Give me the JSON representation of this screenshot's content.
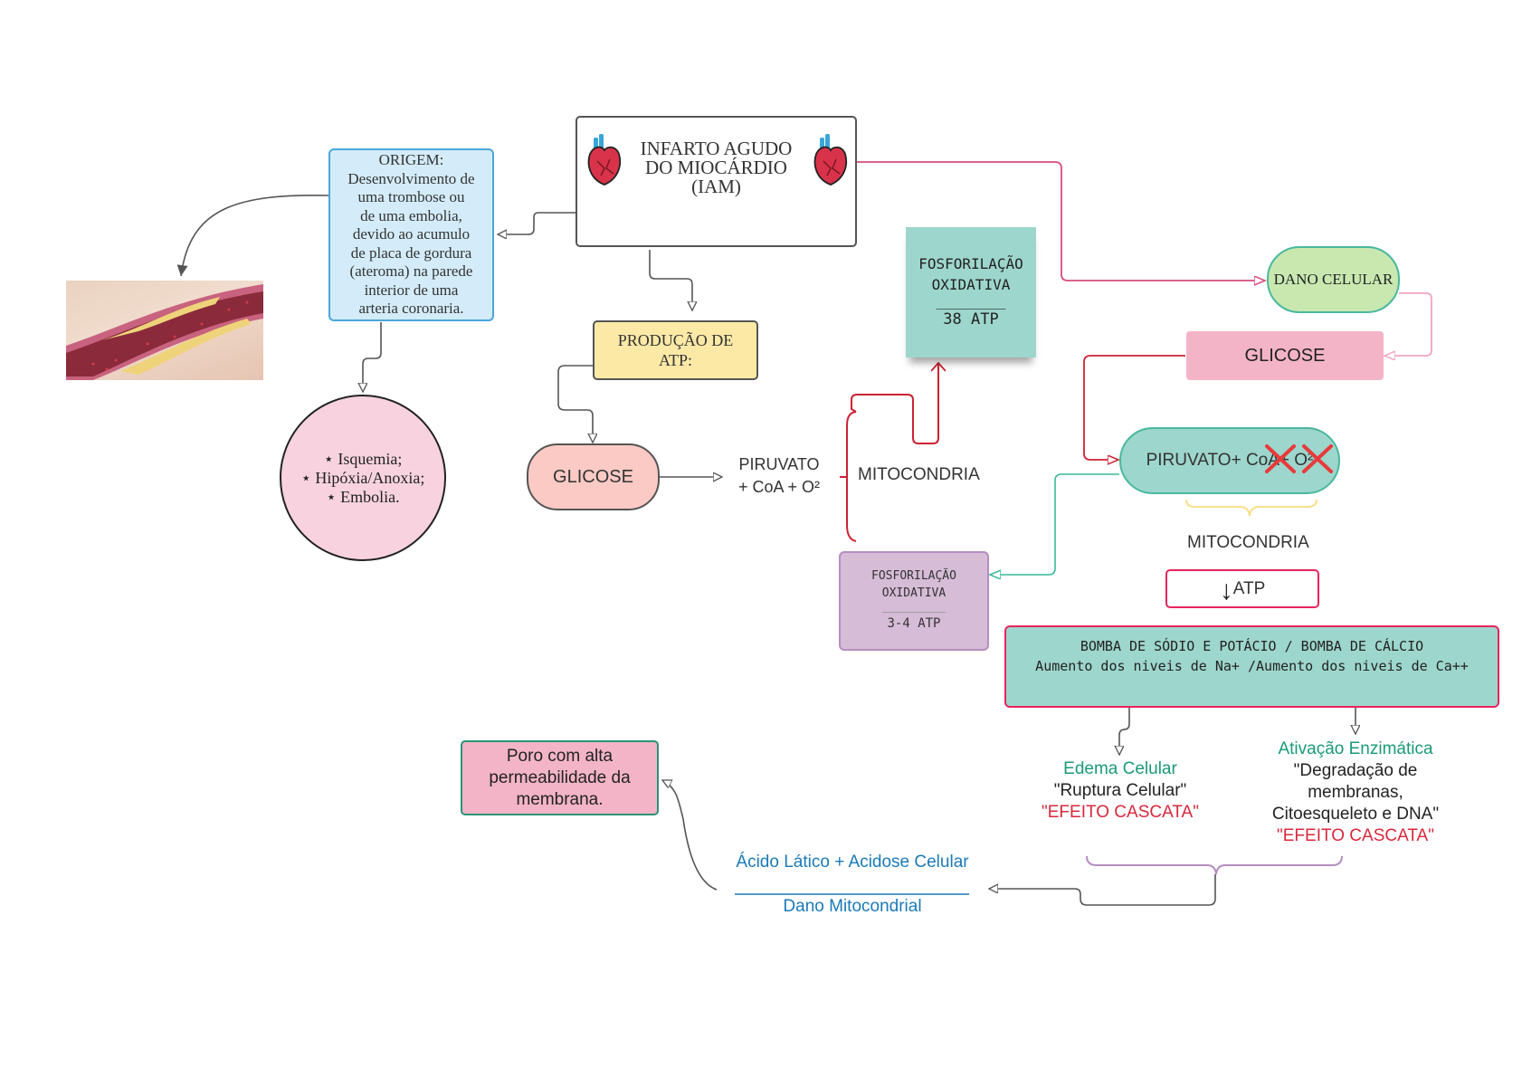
{
  "title_box": {
    "text": "INFARTO AGUDO\nDO MIOCÁRDIO\n(IAM)",
    "icon": "heart-anatomy-icon"
  },
  "origem_box": {
    "text": "ORIGEM:\nDesenvolvimento de\numa trombose ou\nde uma embolia,\ndevido ao acumulo\nde placa de gordura\n(ateroma) na parede\ninterior de uma\narteria coronaria."
  },
  "artery_image": {
    "description": "artery-plaque-illustration"
  },
  "symptoms_circle": {
    "items": [
      "⋆ Isquemia;",
      "⋆ Hipóxia/Anoxia;",
      "⋆ Embolia."
    ]
  },
  "producao_box": {
    "text": "PRODUÇÃO DE\nATP:"
  },
  "glicose_left": {
    "text": "GLICOSE"
  },
  "piruvato_left": {
    "text": "PIRUVATO\n+ CoA + O²"
  },
  "mitocondria_left": {
    "text": "MITOCONDRIA"
  },
  "fosforilacao_38": {
    "title": "FOSFORILAÇÃO\nOXIDATIVA",
    "divider": "________",
    "value": "38 ATP"
  },
  "fosforilacao_34": {
    "title": "FOSFORILAÇÃO\nOXIDATIVA",
    "divider": "_________",
    "value": "3-4 ATP"
  },
  "dano_celular": {
    "text": "DANO CELULAR"
  },
  "glicose_right": {
    "text": "GLICOSE"
  },
  "piruvato_right": {
    "text": "PIRUVATO+ CoA+ O²",
    "crossed": [
      "CoA",
      "O²"
    ]
  },
  "mitocondria_right": {
    "text": "MITOCONDRIA"
  },
  "atp_box": {
    "arrow": "↓",
    "text": "ATP"
  },
  "bomba_box": {
    "line1": "BOMBA DE SÓDIO E POTÁCIO / BOMBA DE CÁLCIO",
    "line2": "Aumento dos niveis de Na+ /Aumento dos niveis de Ca++"
  },
  "edema": {
    "title": "Edema Celular",
    "body": "\"Ruptura Celular\"",
    "effect": "\"EFEITO CASCATA\""
  },
  "ativacao": {
    "title": "Ativação Enzimática",
    "body": "\"Degradação de\nmembranas,\nCitoesqueleto e DNA\"",
    "effect": "\"EFEITO CASCATA\""
  },
  "acido": {
    "top": "Ácido Lático + Acidose Celular",
    "bottom": "Dano Mitocondrial"
  },
  "poro_box": {
    "text": "Poro  com alta\npermeabilidade da\nmembrana."
  },
  "colors": {
    "teal": "#9dd6cc",
    "pink_box": "#f4b4c8",
    "red_line": "#cc2233",
    "crimson_border": "#e8245c",
    "green_text": "#1a9a78",
    "blue_text": "#1a7ab8",
    "red_text": "#d8283c"
  }
}
